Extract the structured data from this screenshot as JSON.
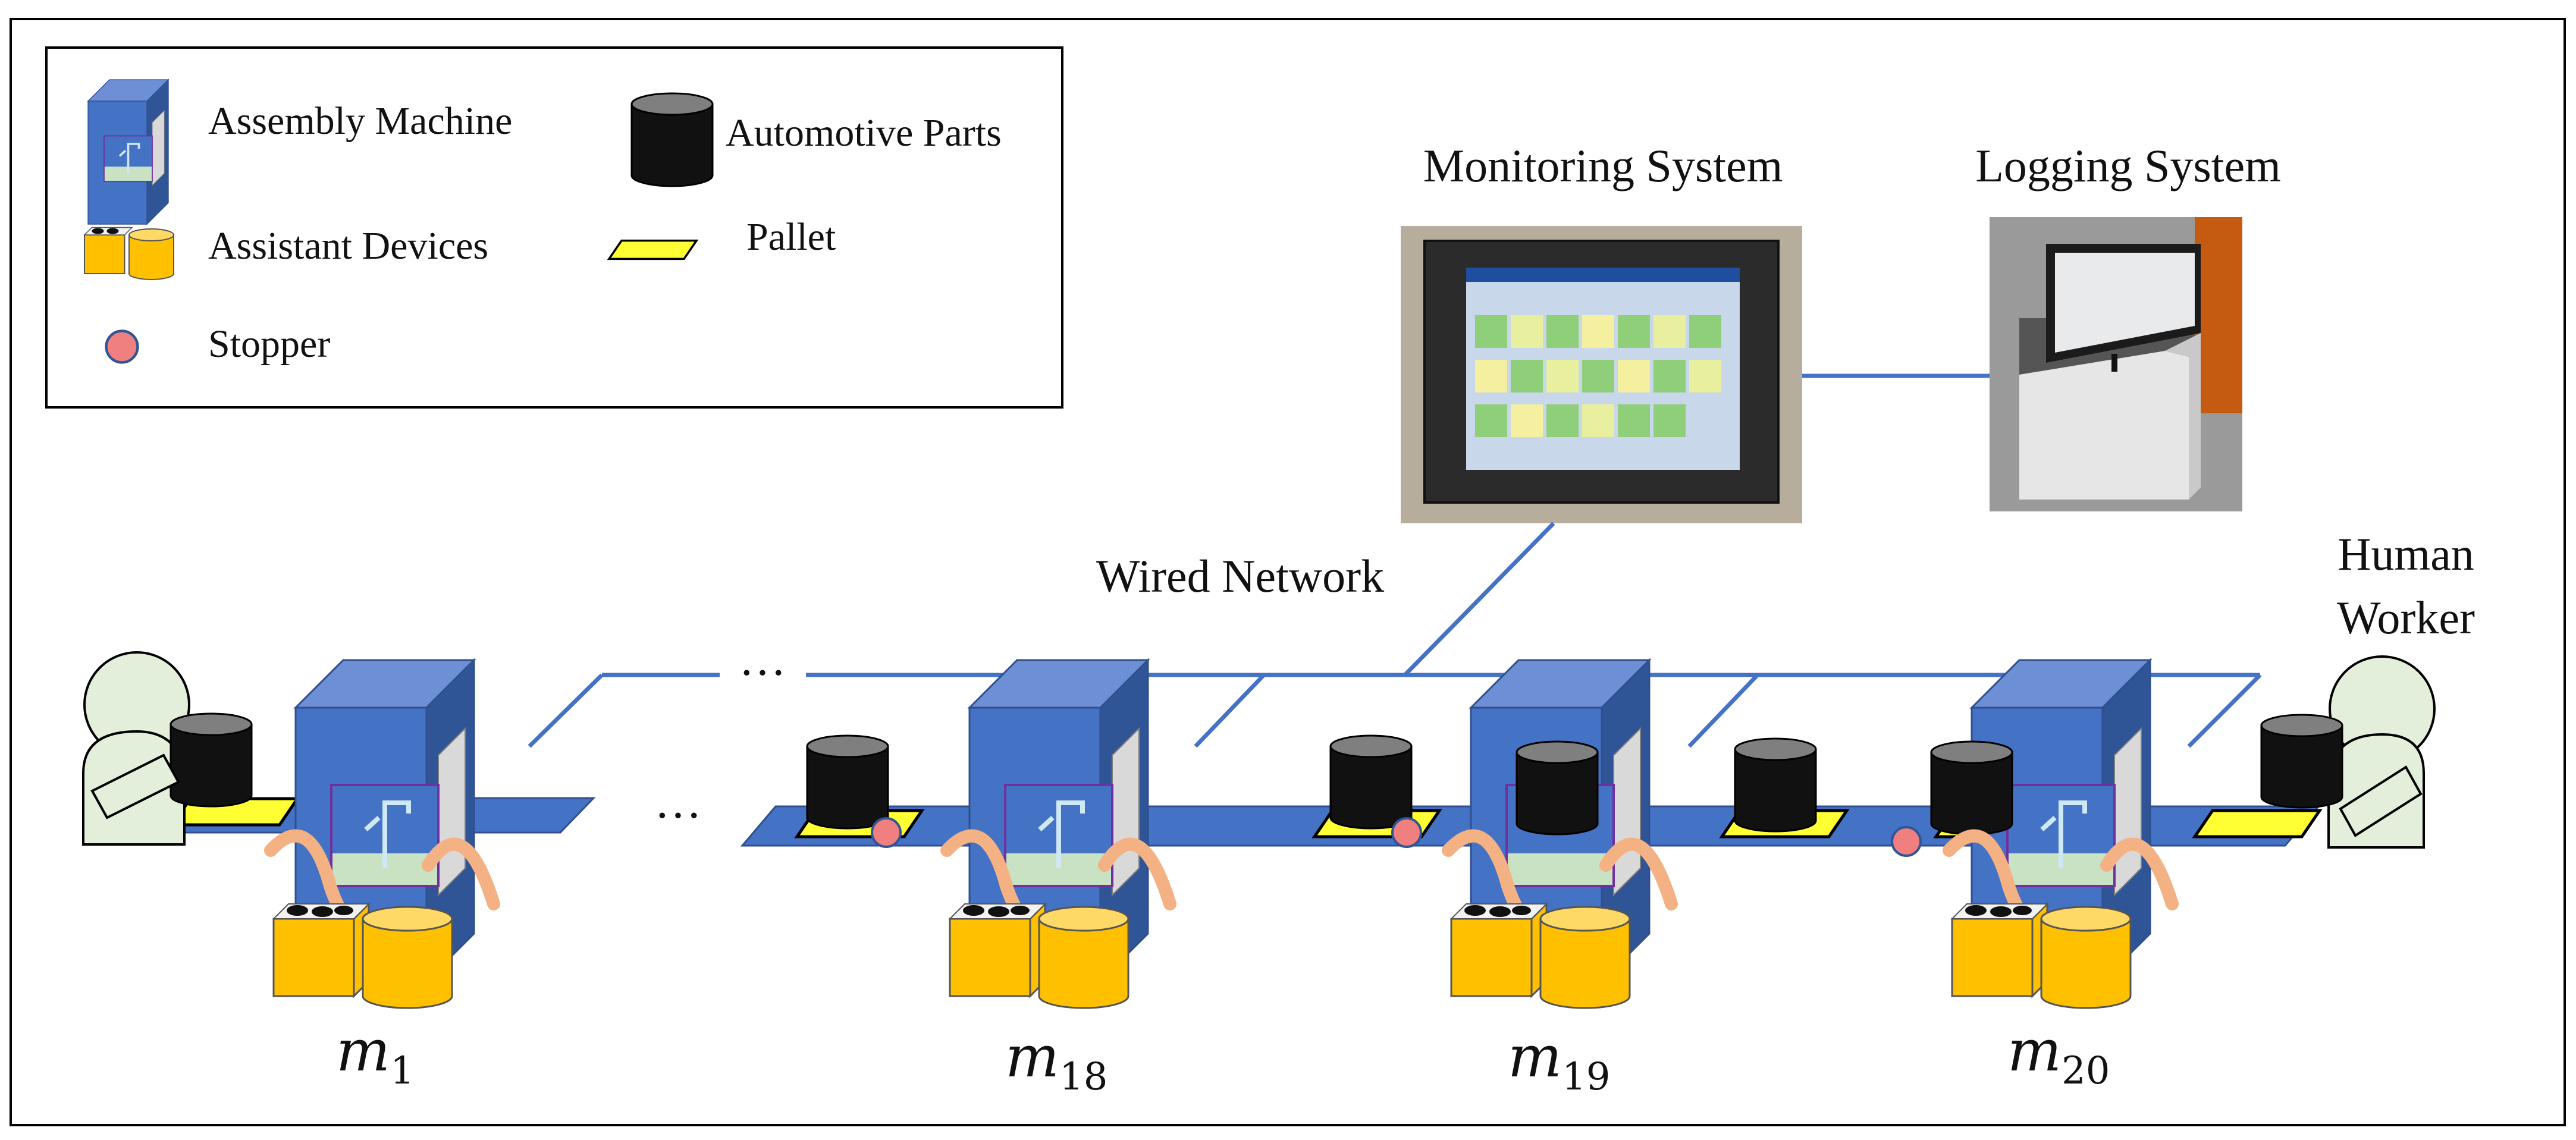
{
  "legend": {
    "assembly_machine": "Assembly Machine",
    "automotive_parts": "Automotive Parts",
    "assistant_devices": "Assistant Devices",
    "pallet": "Pallet",
    "stopper": "Stopper"
  },
  "systems": {
    "monitoring": "Monitoring System",
    "logging": "Logging System"
  },
  "network": {
    "label": "Wired Network"
  },
  "human_worker": {
    "line1": "Human",
    "line2": "Worker"
  },
  "ellipsis": "···",
  "machines": [
    {
      "base": "m",
      "sub": "1"
    },
    {
      "base": "m",
      "sub": "18"
    },
    {
      "base": "m",
      "sub": "19"
    },
    {
      "base": "m",
      "sub": "20"
    }
  ],
  "colors": {
    "machine_front": "#4472c4",
    "machine_top": "#6c8fd6",
    "machine_side": "#2f5597",
    "window_green": "#c9e2c3",
    "part_black": "#111111",
    "pallet_yellow": "#ffff33",
    "stopper_pink": "#f08080",
    "device_gold": "#ffc000",
    "hose_orange": "#f4b183",
    "worker_fill": "#e3efda",
    "network_blue": "#4472c4"
  }
}
